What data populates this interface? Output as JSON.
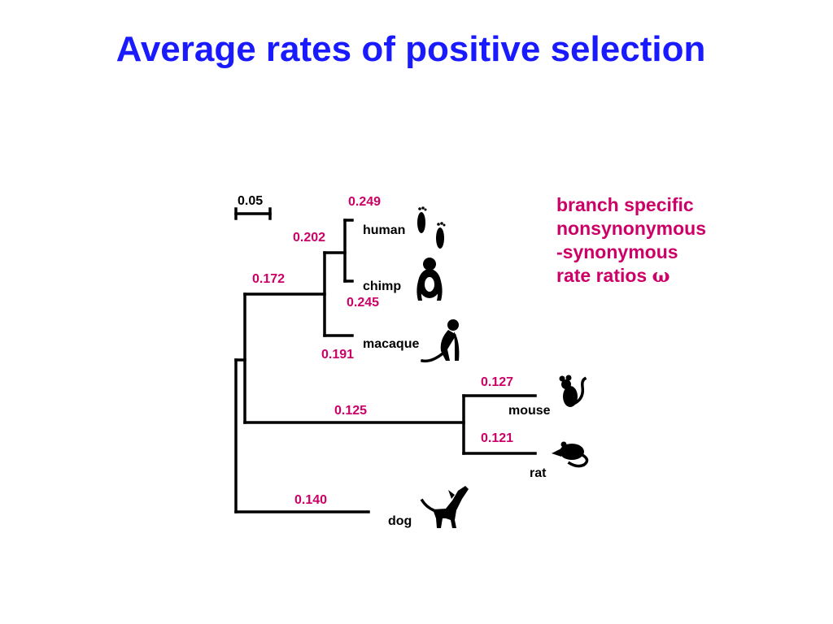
{
  "title": "Average rates of positive selection",
  "scale_bar": {
    "label": "0.05"
  },
  "legend_note": {
    "line1": "branch specific",
    "line2": "nonsynonymous",
    "line3_prefix": "-",
    "line3": "synonymous",
    "line4": "rate ratios",
    "symbol": "ω"
  },
  "taxa": {
    "human": "human",
    "chimp": "chimp",
    "macaque": "macaque",
    "mouse": "mouse",
    "rat": "rat",
    "dog": "dog"
  },
  "rates": {
    "human": "0.249",
    "human_chimp_ancestor": "0.202",
    "primate_ancestor": "0.172",
    "chimp": "0.245",
    "macaque": "0.191",
    "mouse": "0.127",
    "rodent_ancestor": "0.125",
    "rat": "0.121",
    "dog": "0.140"
  },
  "icons": {
    "human": "footprints-icon",
    "chimp": "chimp-icon",
    "macaque": "macaque-icon",
    "mouse": "mouse-icon",
    "rat": "rat-icon",
    "dog": "dog-icon"
  },
  "colors": {
    "title": "#1a1aff",
    "rate_labels": "#cc0066",
    "branches": "#000000"
  }
}
